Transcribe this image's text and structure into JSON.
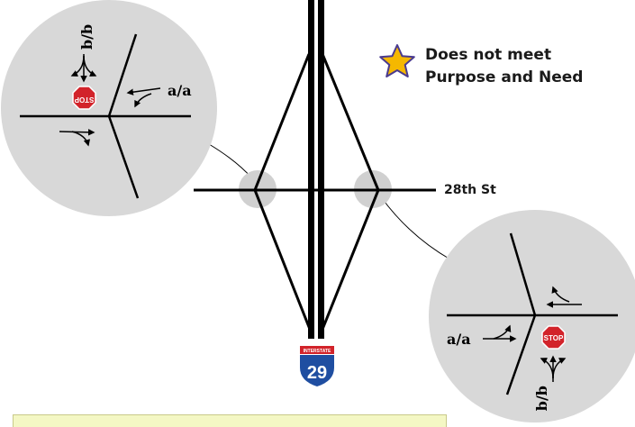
{
  "legend": {
    "line1": "Does not meet",
    "line2": "Purpose and Need",
    "star_color": "#f5b800",
    "star_outline": "#4a3b8f"
  },
  "street_label": "28th St",
  "shield": {
    "top_text": "INTERSTATE",
    "number": "29",
    "top_color": "#d2232a",
    "body_color": "#1f4ea1"
  },
  "callout_left": {
    "side_label": "b/b",
    "right_label": "a/a",
    "stop_text": "STOP"
  },
  "callout_right": {
    "left_label": "a/a",
    "side_label": "b/b",
    "stop_text": "STOP"
  },
  "colors": {
    "callout_fill": "#d8d8d8",
    "node_fill": "#d0d0d0",
    "stop_red": "#d2232a",
    "note_fill": "#f4f7c4"
  }
}
